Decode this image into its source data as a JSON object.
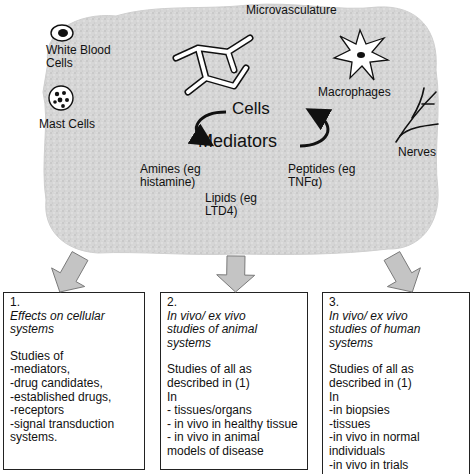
{
  "diagram": {
    "nodes": [
      {
        "text": [
          "Microvasculature",
          "White Blood Cells",
          "Macrophages",
          "Mast Cells",
          "Nerves",
          "Cells",
          "Mediators",
          "Amines (eg histamine)",
          "Lipids (eg LTD4)",
          "Peptides (eg TNFα)"
        ]
      },
      {
        "text": [
          "1.",
          "Effects on cellular systems",
          "Studies of",
          "-mediators,",
          "-drug candidates,",
          "-established drugs,",
          "-receptors",
          "-signal transduction systems."
        ]
      },
      {
        "text": [
          "2.",
          "In vivo/ ex vivo studies of animal systems",
          "Studies of all as described in (1)",
          "In",
          "- tissues/organs",
          "- in vivo in healthy tissue",
          "- in vivo in animal models of disease"
        ]
      },
      {
        "text": [
          "3.",
          "In vivo/ ex vivo studies of human systems",
          "Studies of all as described in (1)",
          "In",
          "-in biopsies",
          "-tissues",
          "-in vivo in normal individuals",
          "-in vivo in trials"
        ]
      }
    ],
    "edges": [
      {
        "from": 0,
        "to": 1,
        "arrow": "to"
      },
      {
        "from": 0,
        "to": 2,
        "arrow": "to"
      },
      {
        "from": 0,
        "to": 3,
        "arrow": "to"
      }
    ]
  }
}
